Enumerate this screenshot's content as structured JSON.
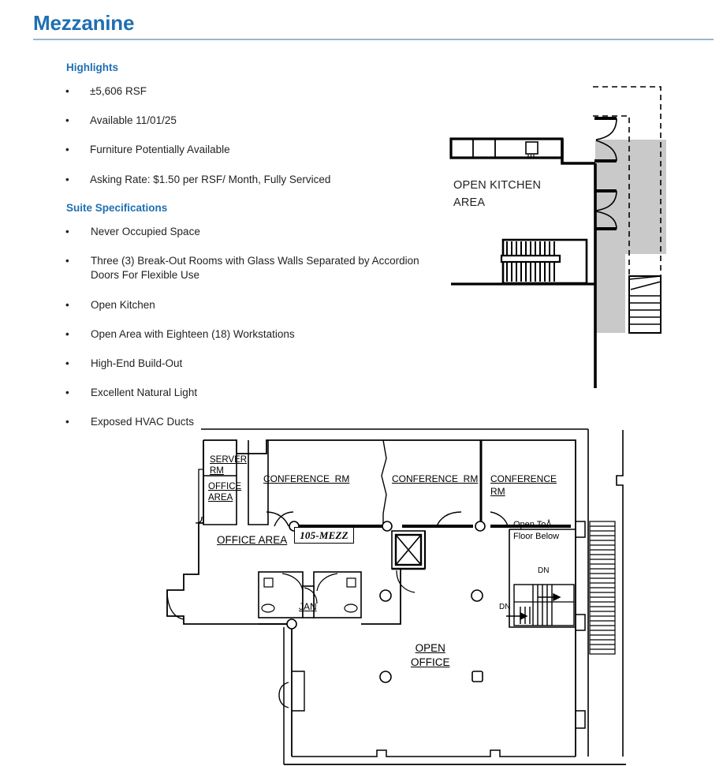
{
  "header": {
    "title": "Mezzanine"
  },
  "highlights": {
    "heading": "Highlights",
    "items": [
      "±5,606 RSF",
      "Available 11/01/25",
      "Furniture Potentially Available",
      "Asking Rate: $1.50 per RSF/ Month, Fully Serviced"
    ]
  },
  "suite_specifications": {
    "heading": "Suite Specifications",
    "items": [
      "Never Occupied Space",
      "Three (3) Break-Out Rooms with Glass Walls Separated by Accordion Doors For Flexible Use",
      "Open Kitchen",
      "Open Area with Eighteen (18) Workstations",
      "High-End Build-Out",
      "Excellent Natural Light",
      "Exposed HVAC Ducts"
    ]
  },
  "kitchen_plan": {
    "label": "OPEN KITCHEN\nAREA"
  },
  "floor_plan": {
    "suite_tag": "105-MEZZ",
    "labels": {
      "server_rm": "SERVER RM",
      "office_area_small": "OFFICE AREA",
      "conference_rm_1": "CONFERENCE  RM",
      "conference_rm_2": "CONFERENCE  RM",
      "conference_rm_3": "CONFERENCE RM",
      "office_area": "OFFICE AREA",
      "open_office": "OPEN\nOFFICE",
      "open_to_floor_below": "Open ToÅ\nFloor Below",
      "janitor": "JAN",
      "stair_down_upper": "DN",
      "stair_down_lower": "DN"
    }
  },
  "colors": {
    "title_blue": "#1f6fb2",
    "rule_blue": "#9bb6cd",
    "body_text": "#231f20",
    "plan_line": "#000000",
    "plan_shade": "#c9c9c9"
  }
}
